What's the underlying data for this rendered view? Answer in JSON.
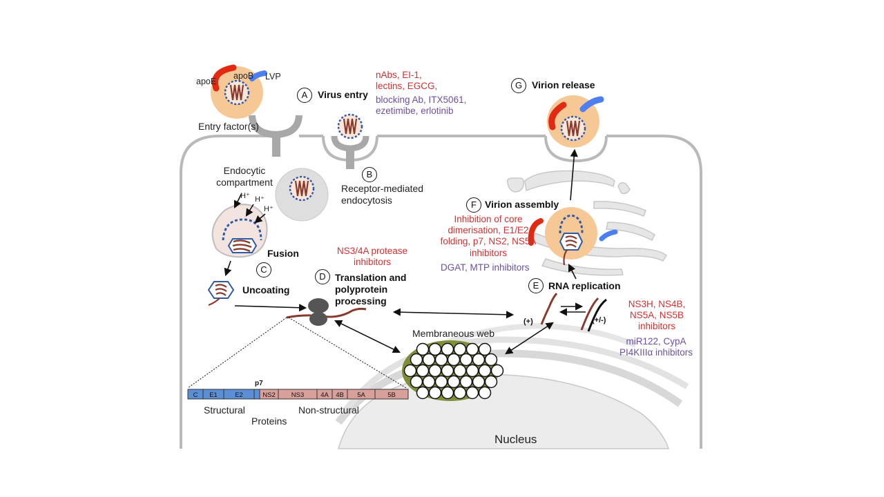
{
  "particle": {
    "apoE": "apoE",
    "apoB": "apoB",
    "lvp": "LVP"
  },
  "labels": {
    "entry_factors": "Entry factor(s)",
    "endocytic": "Endocytic compartment",
    "rme": "Receptor-mediated endocytosis",
    "fusion": "Fusion",
    "uncoating": "Uncoating",
    "membranous_web": "Membraneous web",
    "nucleus": "Nucleus",
    "plus": "(+)",
    "plusminus": "(+/-)",
    "protons": [
      "H⁺",
      "H⁺",
      "H⁺"
    ]
  },
  "steps": {
    "A": {
      "letter": "A",
      "title": "Virus entry"
    },
    "B": {
      "letter": "B"
    },
    "C": {
      "letter": "C"
    },
    "D": {
      "letter": "D",
      "title": "Translation and polyprotein processing"
    },
    "E": {
      "letter": "E",
      "title": "RNA replication"
    },
    "F": {
      "letter": "F",
      "title": "Virion assembly"
    },
    "G": {
      "letter": "G",
      "title": "Virion release"
    }
  },
  "inhibitors": {
    "entry_red": "nAbs, EI-1, lectins, EGCG,",
    "entry_purple": "blocking Ab, ITX5061, ezetimibe, erlotinib",
    "protease_red": "NS3/4A protease inhibitors",
    "assembly_red": "Inhibition of core dimerisation, E1/E2 folding, p7, NS2, NS5A inhibitors",
    "assembly_purple": "DGAT, MTP inhibitors",
    "replication_red": "NS3H, NS4B, NS5A, NS5B inhibitors",
    "replication_purple": "miR122, CypA PI4KIIIα inhibitors"
  },
  "polyprotein": {
    "genes": [
      {
        "name": "C",
        "type": "structural"
      },
      {
        "name": "E1",
        "type": "structural"
      },
      {
        "name": "E2",
        "type": "structural"
      },
      {
        "name": "p7",
        "type": "structural"
      },
      {
        "name": "NS2",
        "type": "nonstructural"
      },
      {
        "name": "NS3",
        "type": "nonstructural"
      },
      {
        "name": "4A",
        "type": "nonstructural"
      },
      {
        "name": "4B",
        "type": "nonstructural"
      },
      {
        "name": "5A",
        "type": "nonstructural"
      },
      {
        "name": "5B",
        "type": "nonstructural"
      }
    ],
    "structural_label": "Structural",
    "proteins_label": "Proteins",
    "nonstructural_label": "Non-structural"
  },
  "colors": {
    "membrane": "#b9b9b9",
    "particle_lipid": "#f6c896",
    "apoE": "#e02a12",
    "apoB": "#4d7ff0",
    "rna": "#8a3a2c",
    "envelope": "#2d5aa8",
    "web": "#7e8f3a",
    "structural": "#5a8fd6",
    "nonstructural": "#d9a09b"
  }
}
